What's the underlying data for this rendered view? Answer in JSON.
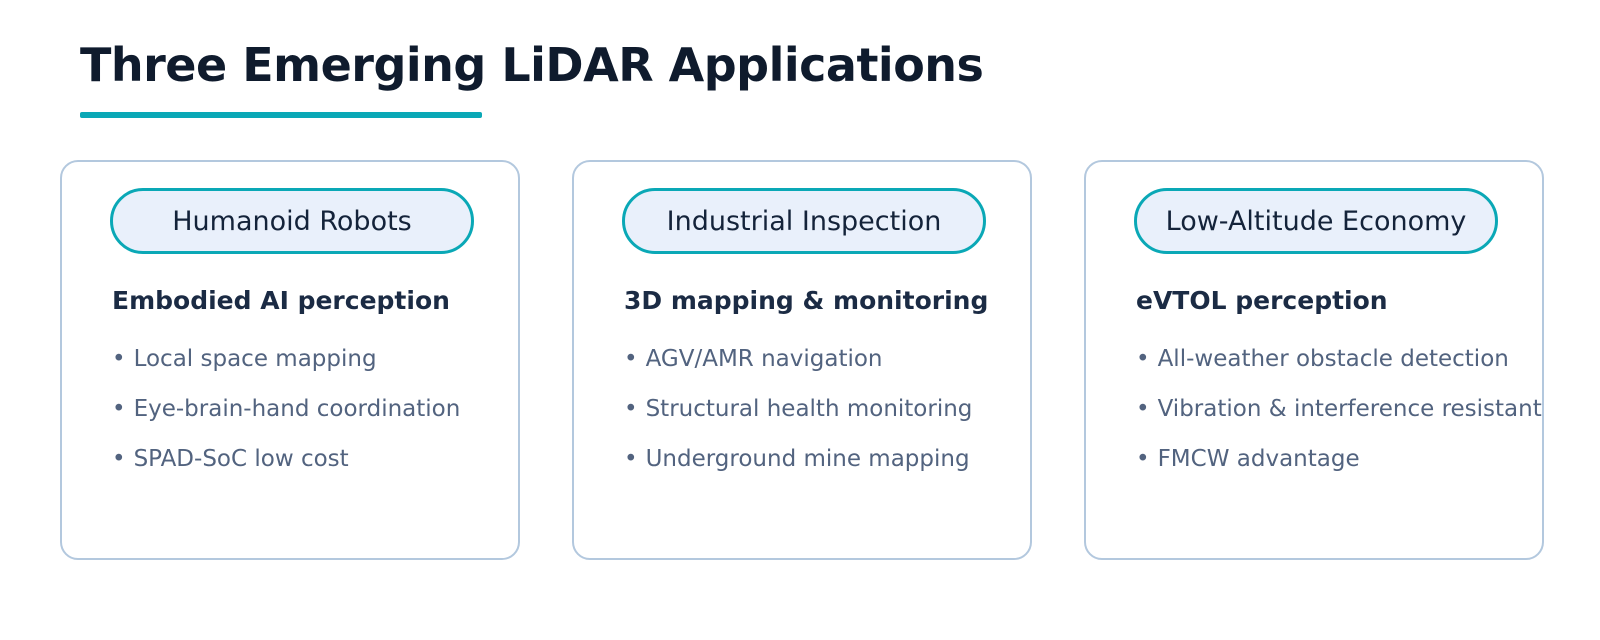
{
  "page": {
    "title": "Three Emerging LiDAR Applications"
  },
  "colors": {
    "accent": "#0aa8b6",
    "card_border": "#b3c8de",
    "pill_fill": "#e9f0fb",
    "title_text": "#0f1b2d",
    "bullet_text": "#52637f"
  },
  "cards": [
    {
      "tag": "Humanoid Robots",
      "subtitle": "Embodied AI perception",
      "bullets": [
        "Local space mapping",
        "Eye-brain-hand coordination",
        "SPAD-SoC low cost"
      ]
    },
    {
      "tag": "Industrial Inspection",
      "subtitle": "3D mapping & monitoring",
      "bullets": [
        "AGV/AMR navigation",
        "Structural health monitoring",
        "Underground mine mapping"
      ]
    },
    {
      "tag": "Low-Altitude Economy",
      "subtitle": "eVTOL perception",
      "bullets": [
        "All-weather obstacle detection",
        "Vibration & interference resistant",
        "FMCW advantage"
      ]
    }
  ]
}
